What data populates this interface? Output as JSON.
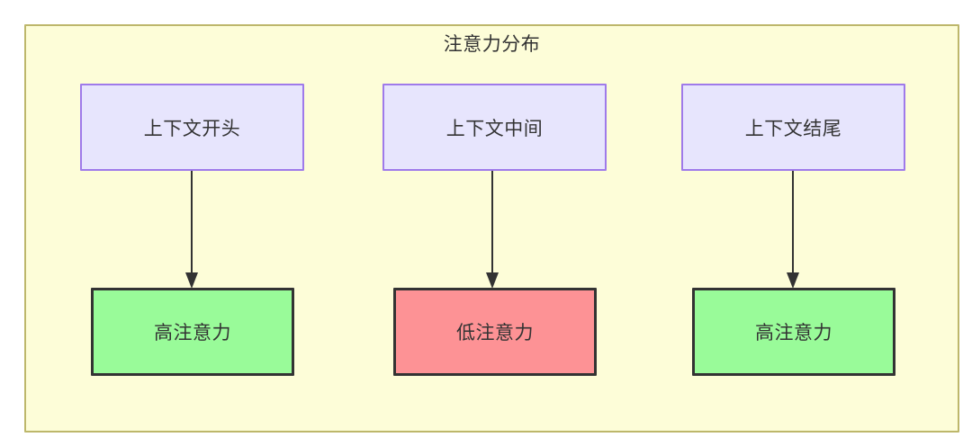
{
  "diagram": {
    "title": "注意力分布",
    "colors": {
      "canvas": "#ffffff",
      "cluster_fill": "#fdfdd8",
      "cluster_border": "#bdb76b",
      "source_fill": "#e7e5fd",
      "source_border": "#9f7aea",
      "high_attention_fill": "#99fb99",
      "low_attention_fill": "#fd9295",
      "sink_border": "#333333",
      "edge": "#333333",
      "text": "#333333"
    },
    "columns": [
      {
        "id": "start",
        "source": {
          "label": "上下文开头",
          "icon": "rounded-rect-node"
        },
        "arrow": {
          "icon": "arrow-down-icon"
        },
        "sink": {
          "label": "高注意力",
          "level": "high"
        }
      },
      {
        "id": "middle",
        "source": {
          "label": "上下文中间",
          "icon": "rounded-rect-node"
        },
        "arrow": {
          "icon": "arrow-down-icon"
        },
        "sink": {
          "label": "低注意力",
          "level": "low"
        }
      },
      {
        "id": "end",
        "source": {
          "label": "上下文结尾",
          "icon": "rounded-rect-node"
        },
        "arrow": {
          "icon": "arrow-down-icon"
        },
        "sink": {
          "label": "高注意力",
          "level": "high"
        }
      }
    ]
  }
}
